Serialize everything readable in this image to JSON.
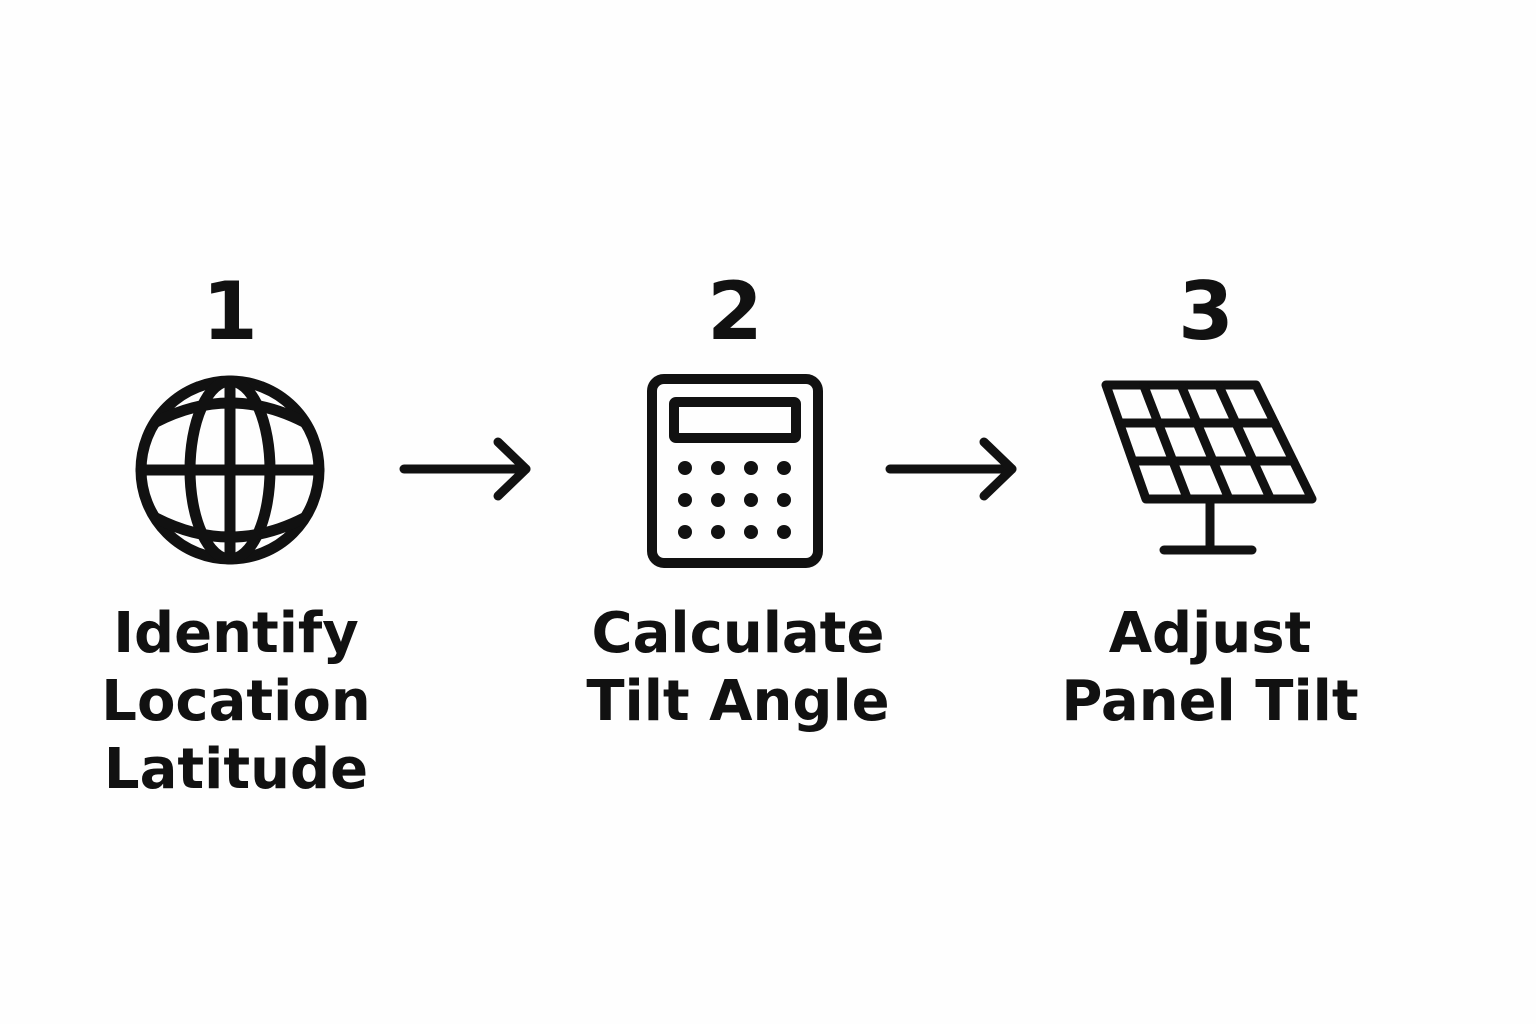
{
  "steps": [
    {
      "number": "1",
      "label_lines": [
        "Identify",
        "Location",
        "Latitude"
      ],
      "icon": "globe-icon"
    },
    {
      "number": "2",
      "label_lines": [
        "Calculate",
        "Tilt Angle"
      ],
      "icon": "calculator-icon"
    },
    {
      "number": "3",
      "label_lines": [
        "Adjust",
        "Panel Tilt"
      ],
      "icon": "solar-panel-icon"
    }
  ],
  "connectors": [
    "arrow-right-icon",
    "arrow-right-icon"
  ],
  "colors": {
    "ink": "#111111",
    "background": "#FEFEFE"
  }
}
